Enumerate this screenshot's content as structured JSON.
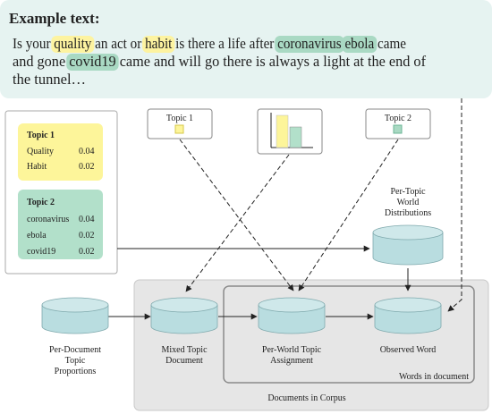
{
  "example": {
    "heading": "Example text:",
    "line1": [
      {
        "text": "Is your ",
        "hl": ""
      },
      {
        "text": "quality",
        "hl": "yellow"
      },
      {
        "text": " an act or ",
        "hl": ""
      },
      {
        "text": "habit",
        "hl": "yellow"
      },
      {
        "text": " is there a life after ",
        "hl": ""
      },
      {
        "text": "coronavirus",
        "hl": "green"
      },
      {
        "text": " ",
        "hl": ""
      },
      {
        "text": "ebola",
        "hl": "green"
      },
      {
        "text": " came",
        "hl": ""
      }
    ],
    "line2": [
      {
        "text": "and gone ",
        "hl": ""
      },
      {
        "text": "covid19",
        "hl": "green"
      },
      {
        "text": " came and will go there is always a light at the end of",
        "hl": ""
      }
    ],
    "line3": [
      {
        "text": "the tunnel…",
        "hl": ""
      }
    ]
  },
  "topics": [
    {
      "title": "Topic 1",
      "color": "yellow",
      "words": [
        {
          "word": "Quality",
          "prob": "0.04"
        },
        {
          "word": "Habit",
          "prob": "0.02"
        }
      ]
    },
    {
      "title": "Topic 2",
      "color": "green",
      "words": [
        {
          "word": "coronavirus",
          "prob": "0.04"
        },
        {
          "word": "ebola",
          "prob": "0.02"
        },
        {
          "word": "covid19",
          "prob": "0.02"
        }
      ]
    }
  ],
  "topic_cards": {
    "topic1": "Topic 1",
    "topic2": "Topic 2"
  },
  "nodes": {
    "per_document": [
      "Per-Document",
      "Topic",
      "Proportions"
    ],
    "mixed_topic": [
      "Mixed Topic",
      "Document"
    ],
    "per_world_topic": [
      "Per-World Topic",
      "Assignment"
    ],
    "observed_word": [
      "Observed Word"
    ],
    "per_topic_world": [
      "Per-Topic",
      "World",
      "Distributions"
    ]
  },
  "plates": {
    "words": "Words in document",
    "documents": "Documents in Corpus"
  },
  "colors": {
    "yellow_hl": "#fdf3a0",
    "green_hl": "#a9d9c3",
    "yellow_box": "#fdf59a",
    "green_box": "#b2e0ca",
    "panel_bg": "#e6f3f1",
    "cylinder": "#b9dde0",
    "corpus_bg": "#e6e6e6"
  }
}
